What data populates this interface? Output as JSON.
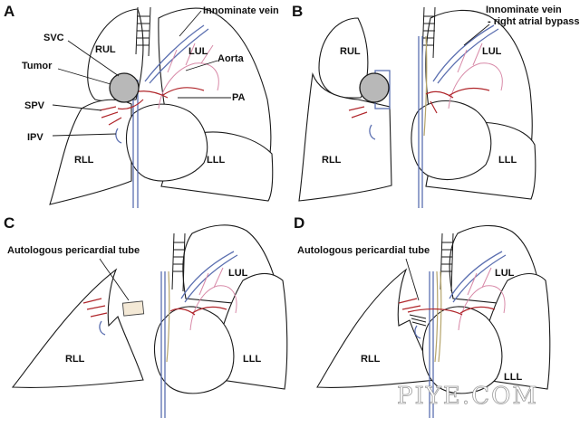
{
  "panels": [
    {
      "label": "A"
    },
    {
      "label": "B"
    },
    {
      "label": "C"
    },
    {
      "label": "D"
    }
  ],
  "labels": {
    "a": {
      "innominate": "Innominate vein",
      "svc": "SVC",
      "rul": "RUL",
      "lul": "LUL",
      "aorta": "Aorta",
      "tumor": "Tumor",
      "pa": "PA",
      "spv": "SPV",
      "ipv": "IPV",
      "rll": "RLL",
      "lll": "LLL"
    },
    "b": {
      "innominate_1": "Innominate vein",
      "innominate_2": "- right atrial bypass",
      "rul": "RUL",
      "lul": "LUL",
      "rll": "RLL",
      "lll": "LLL"
    },
    "c": {
      "tube": "Autologous pericardial tube",
      "lul": "LUL",
      "rll": "RLL",
      "lll": "LLL"
    },
    "d": {
      "tube": "Autologous pericardial tube",
      "lul": "LUL",
      "rll": "RLL",
      "lll": "LLL"
    }
  },
  "watermark": "PIYE.COM",
  "colors": {
    "vein": "#5b6fb0",
    "artery": "#b0262b",
    "branch": "#d88aa8",
    "graft": "#b5a46a",
    "tumor": "#b8b8b8"
  }
}
